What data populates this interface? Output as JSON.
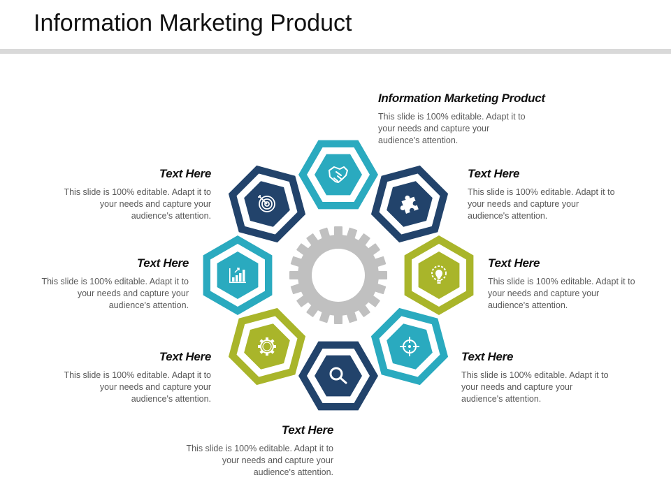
{
  "slide": {
    "title": "Information Marketing Product"
  },
  "colors": {
    "teal": "#2aaabf",
    "navy": "#22436b",
    "olive": "#a9b52a",
    "gear": "#c0c0c0",
    "title_bar": "#d9d9d9"
  },
  "hub": {
    "icon": "gear-icon"
  },
  "items": [
    {
      "position": "top",
      "color": "teal",
      "icon": "handshake-icon",
      "heading": "Information Marketing Product",
      "body": "This slide is 100% editable. Adapt it to your needs and capture your audience's attention."
    },
    {
      "position": "top-right",
      "color": "navy",
      "icon": "puzzle-icon",
      "heading": "Text Here",
      "body": "This slide is 100% editable. Adapt it to your needs and capture your audience's attention."
    },
    {
      "position": "right",
      "color": "olive",
      "icon": "lightbulb-icon",
      "heading": "Text Here",
      "body": "This slide is 100% editable. Adapt it to your needs and capture your audience's attention."
    },
    {
      "position": "bottom-right",
      "color": "teal",
      "icon": "crosshair-icon",
      "heading": "Text Here",
      "body": "This slide is 100% editable. Adapt it to your needs and capture your audience's attention."
    },
    {
      "position": "bottom",
      "color": "navy",
      "icon": "search-icon",
      "heading": "Text Here",
      "body": "This slide is 100% editable. Adapt it to your needs and capture your audience's attention."
    },
    {
      "position": "bottom-left",
      "color": "olive",
      "icon": "cog-icon",
      "heading": "Text Here",
      "body": "This slide is 100% editable. Adapt it to your needs and capture your audience's attention."
    },
    {
      "position": "left",
      "color": "teal",
      "icon": "bar-chart-icon",
      "heading": "Text Here",
      "body": "This slide is 100% editable. Adapt it to your needs and capture your audience's attention."
    },
    {
      "position": "top-left",
      "color": "navy",
      "icon": "target-icon",
      "heading": "Text Here",
      "body": "This slide is 100% editable. Adapt it to your needs and capture your audience's attention."
    }
  ]
}
